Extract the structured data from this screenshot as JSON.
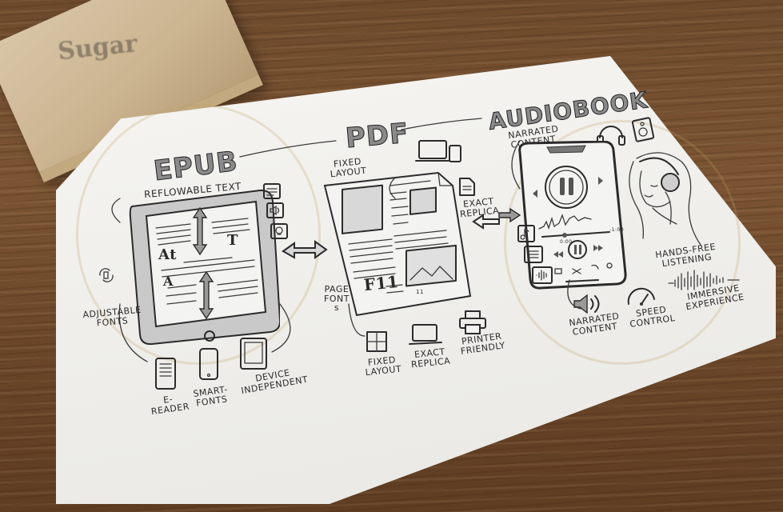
{
  "scene": {
    "description": "Hand-drawn sketch on paper comparing EPUB, PDF and Audiobook formats, lying on a wooden table",
    "props": {
      "sugar_packet_label": "Sugar"
    }
  },
  "sections": {
    "epub": {
      "title": "EPUB",
      "subtitle": "REFLOWABLE TEXT",
      "side_label": "ADJUSTABLE FONTS",
      "screen_glyphs": [
        "At",
        "T",
        "A"
      ],
      "side_icons": [
        "text-settings-icon",
        "speaker-icon",
        "lightbulb-icon"
      ],
      "devices": [
        {
          "icon": "e-reader-icon",
          "label": "E-READER"
        },
        {
          "icon": "smartphone-icon",
          "label": "SMART-FONTS"
        },
        {
          "icon": "tablet-icon",
          "label": "DEVICE INDEPENDENT"
        }
      ]
    },
    "pdf": {
      "title": "PDF",
      "label_fixed_layout": "FIXED LAYOUT",
      "label_exact_replica": "EXACT REPLICA",
      "label_page_fonts": "PAGE FONT s",
      "page_glyph": "F11",
      "page_number": "11",
      "top_icons": [
        "laptop-tablet-icon",
        "document-icon"
      ],
      "bottom_items": [
        {
          "icon": "layout-grid-icon",
          "label": "FIXED LAYOUT"
        },
        {
          "icon": "laptop-icon",
          "label": "EXACT REPLICA"
        },
        {
          "icon": "printer-icon",
          "label": "PRINTER FRIENDLY"
        }
      ]
    },
    "audiobook": {
      "title": "AUDIOBOOK",
      "label_narrated_top": "NARRATED CONTENT",
      "label_hands_free": "HANDS-FREE LISTENING",
      "player_time": "-1:00",
      "player_elapsed": "0:00",
      "top_icons": [
        "headphones-icon",
        "speaker-box-icon"
      ],
      "side_icons": [
        "music-note-icon",
        "playlist-icon",
        "waveform-icon"
      ],
      "bottom_items": [
        {
          "icon": "speaker-icon",
          "label": "NARRATED CONTENT"
        },
        {
          "icon": "speed-gauge-icon",
          "label": "SPEED CONTROL"
        },
        {
          "icon": "sound-wave-icon",
          "label": "IMMERSIVE EXPERIENCE"
        }
      ]
    }
  }
}
